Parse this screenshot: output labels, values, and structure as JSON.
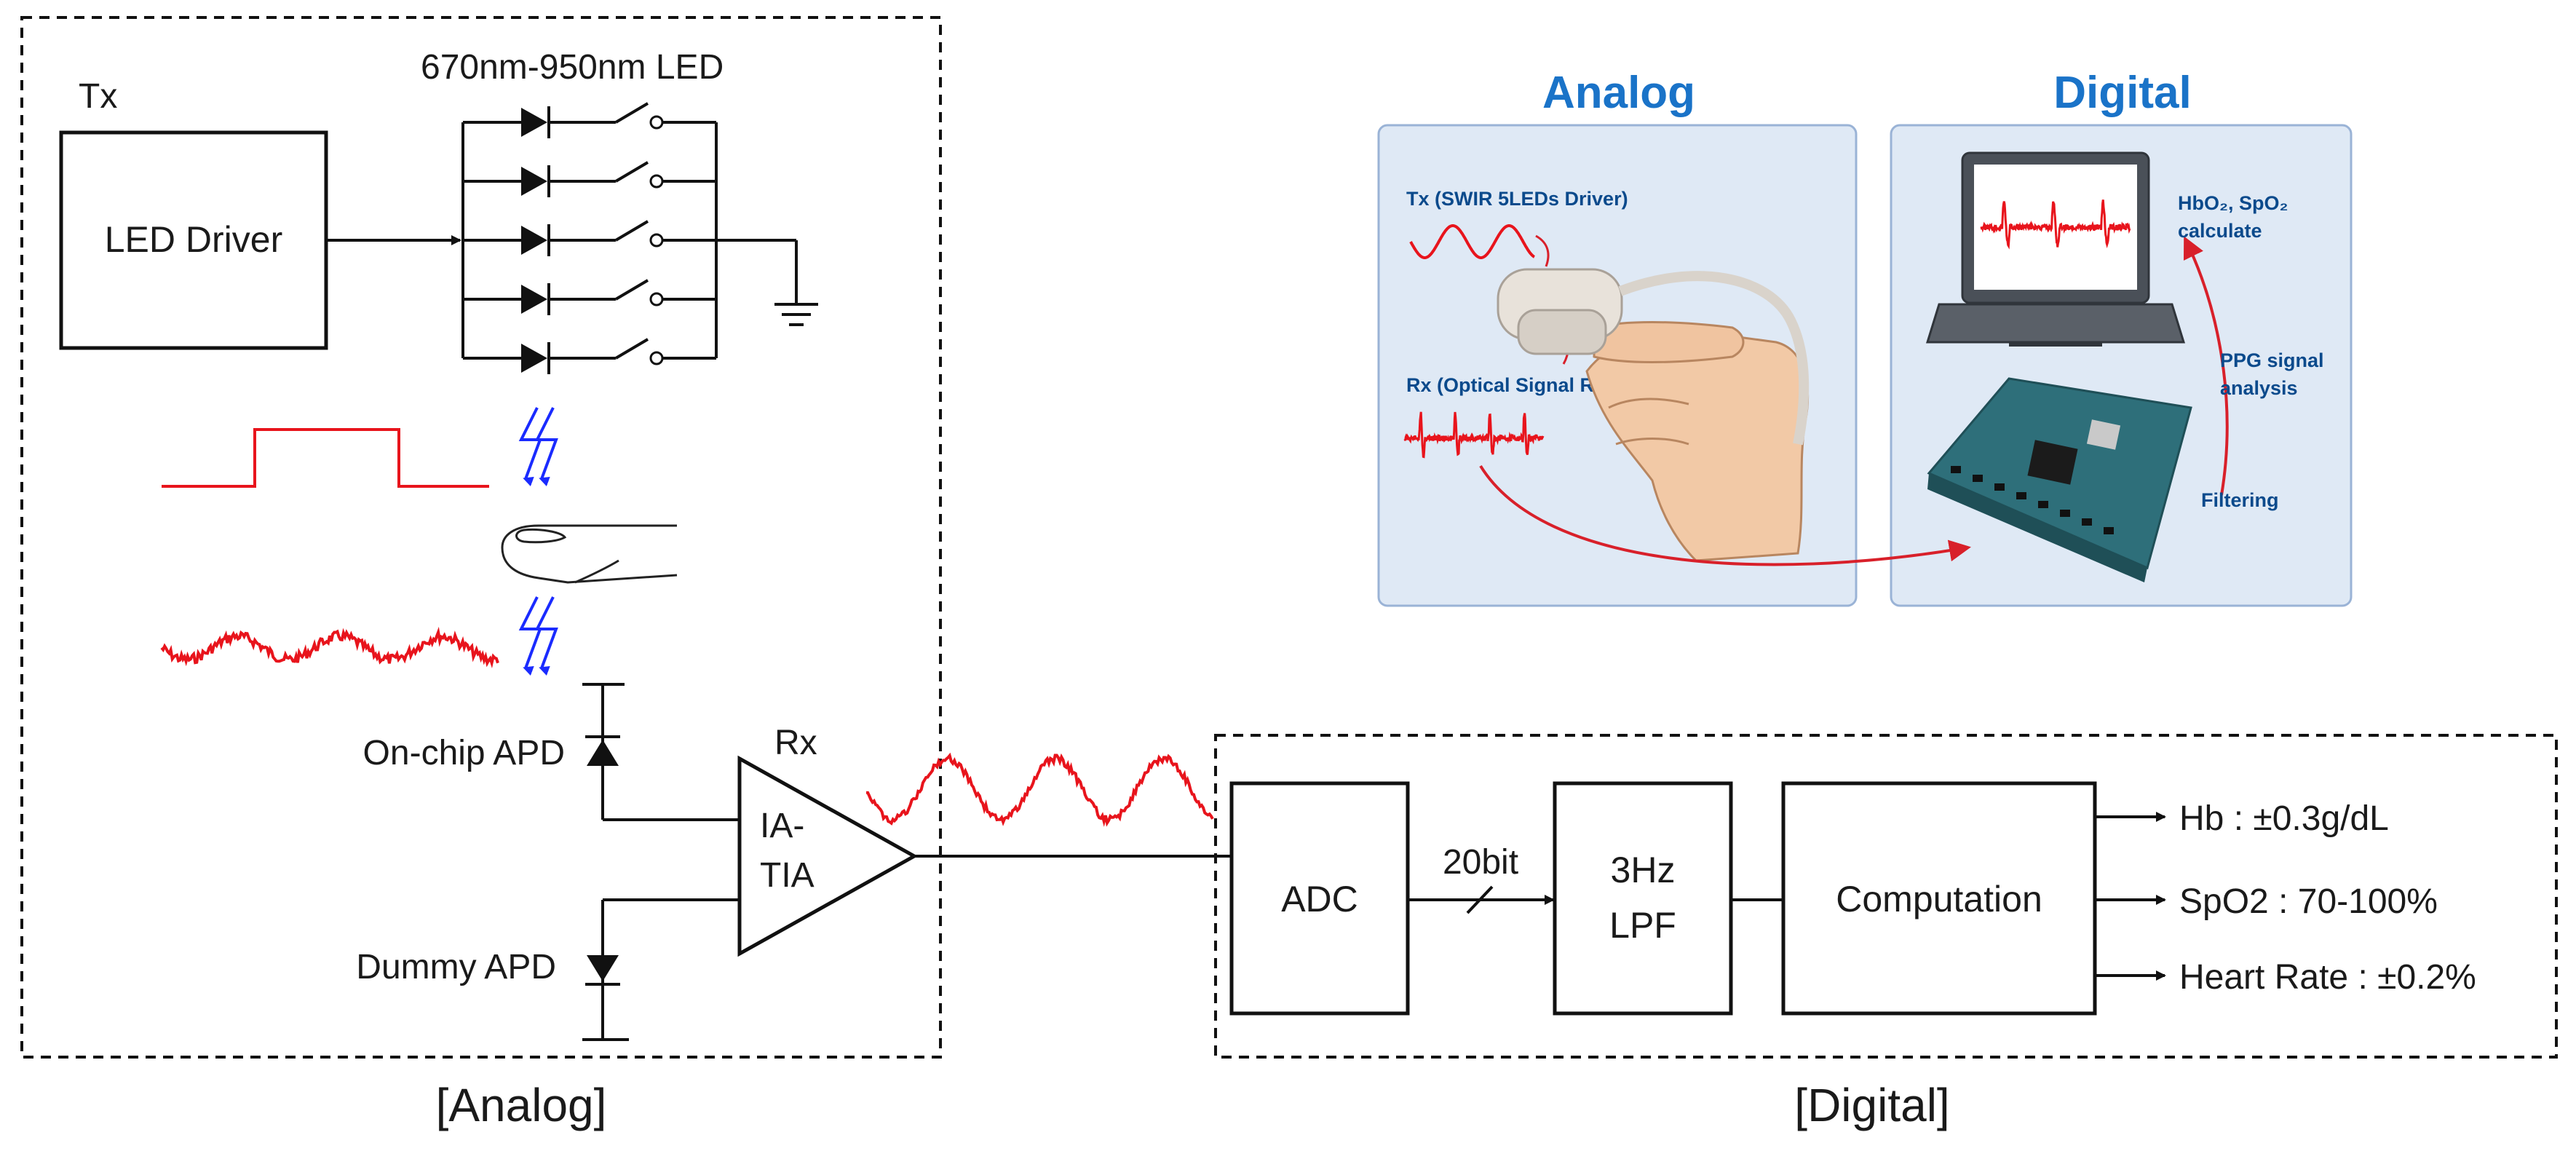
{
  "tx": {
    "label": "Tx",
    "led_range": "670nm-950nm LED",
    "driver": "LED Driver"
  },
  "rx": {
    "label": "Rx",
    "amp_line1": "IA-",
    "amp_line2": "TIA",
    "onchip_apd": "On-chip APD",
    "dummy_apd": "Dummy APD"
  },
  "digital_chain": {
    "adc": "ADC",
    "bus_width": "20bit",
    "lpf_line1": "3Hz",
    "lpf_line2": "LPF",
    "computation": "Computation",
    "outputs": [
      "Hb : ±0.3g/dL",
      "SpO2 : 70-100%",
      "Heart Rate : ±0.2%"
    ]
  },
  "section_labels": {
    "analog": "[Analog]",
    "digital": "[Digital]"
  },
  "inset": {
    "analog_title": "Analog",
    "digital_title": "Digital",
    "tx_caption": "Tx (SWIR 5LEDs Driver)",
    "rx_caption": "Rx (Optical Signal Receiver)",
    "calc_line1": "HbO₂, SpO₂",
    "calc_line2": "calculate",
    "ppg_line1": "PPG signal",
    "ppg_line2": "analysis",
    "filtering": "Filtering"
  },
  "colors": {
    "signal": "#e8141c",
    "light_arrow": "#1a2bff",
    "inset_title": "#1a73c8",
    "inset_caption": "#0b4a8c",
    "inset_panel": "#dfe9f5",
    "inset_border": "#9ab3d6"
  },
  "leds": {
    "count": 5
  }
}
